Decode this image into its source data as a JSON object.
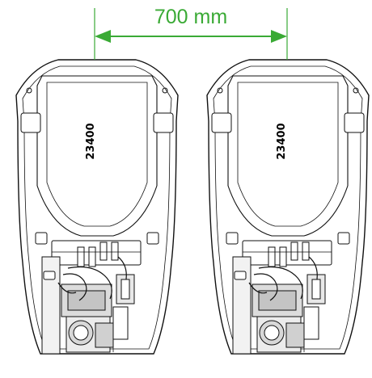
{
  "dimension": {
    "label": "700 mm",
    "color": "#3aaa35"
  },
  "units": [
    {
      "label": "23400"
    },
    {
      "label": "23400"
    }
  ]
}
